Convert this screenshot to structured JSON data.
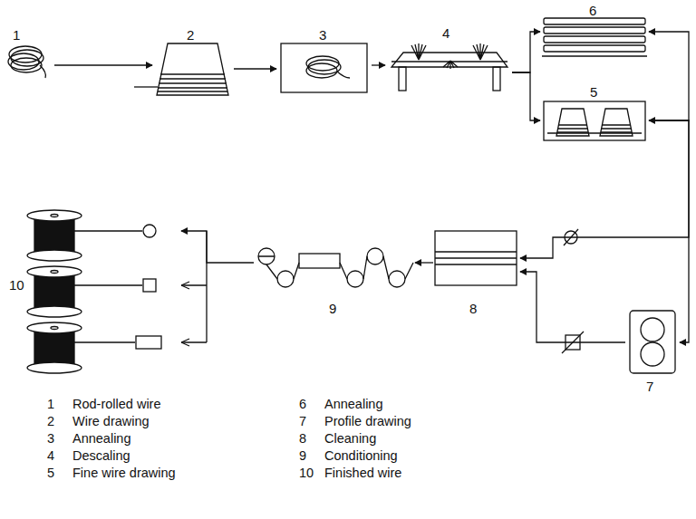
{
  "diagram": {
    "nodes": [
      {
        "text": [
          "1"
        ]
      },
      {
        "text": [
          "2"
        ]
      },
      {
        "text": [
          "3"
        ]
      },
      {
        "text": [
          "4"
        ]
      },
      {
        "text": [
          "5"
        ]
      },
      {
        "text": [
          "6"
        ]
      },
      {
        "text": [
          "7"
        ]
      },
      {
        "text": [
          "8"
        ]
      },
      {
        "text": [
          "9"
        ]
      },
      {
        "text": [
          "10"
        ]
      }
    ],
    "edges": [
      {
        "from": 0,
        "to": 1,
        "arrow": "to"
      },
      {
        "from": 1,
        "to": 2,
        "arrow": "to"
      },
      {
        "from": 2,
        "to": 3,
        "arrow": "to"
      },
      {
        "from": 3,
        "to": 4,
        "arrow": "to"
      },
      {
        "from": 3,
        "to": 5,
        "arrow": "to"
      },
      {
        "from": 4,
        "to": 5,
        "arrow": "both"
      },
      {
        "from": 4,
        "to": 7,
        "arrow": "to"
      },
      {
        "from": 4,
        "to": 6,
        "arrow": "to"
      },
      {
        "from": 6,
        "to": 7,
        "arrow": "to"
      },
      {
        "from": 7,
        "to": 8,
        "arrow": "to"
      },
      {
        "from": 8,
        "to": 9,
        "arrow": "to"
      }
    ],
    "labels": [
      "1",
      "Rod-rolled wire",
      "2",
      "Wire drawing",
      "3",
      "Annealing",
      "4",
      "Descaling",
      "5",
      "Fine wire drawing",
      "6",
      "Annealing",
      "7",
      "Profile drawing",
      "8",
      "Cleaning",
      "9",
      "Conditioning",
      "10",
      "Finished wire"
    ]
  }
}
